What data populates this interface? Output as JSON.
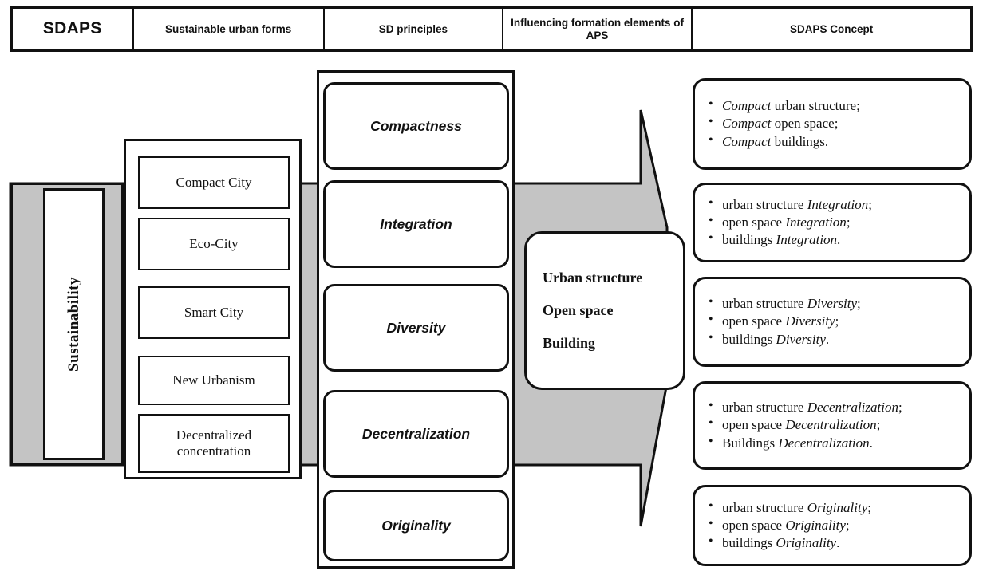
{
  "header": {
    "columns": [
      {
        "label": "SDAPS"
      },
      {
        "label": "Sustainable urban forms"
      },
      {
        "label": "SD principles"
      },
      {
        "label": "Influencing formation elements of APS"
      },
      {
        "label": "SDAPS Concept"
      }
    ]
  },
  "sustainability": {
    "label": "Sustainability"
  },
  "urban_forms": {
    "items": [
      {
        "label": "Compact City"
      },
      {
        "label": "Eco-City"
      },
      {
        "label": "Smart City"
      },
      {
        "label": "New Urbanism"
      },
      {
        "label": "Decentralized concentration"
      }
    ]
  },
  "sd_principles": {
    "items": [
      {
        "label": "Compactness"
      },
      {
        "label": "Integration"
      },
      {
        "label": "Diversity"
      },
      {
        "label": "Decentralization"
      },
      {
        "label": "Originality"
      }
    ]
  },
  "aps_elements": {
    "items": [
      "Urban structure",
      "Open space",
      "Building"
    ]
  },
  "sdaps_concept": {
    "boxes": [
      {
        "bullets": [
          {
            "pre": "",
            "em": "Compact",
            "post": " urban structure;"
          },
          {
            "pre": "",
            "em": "Compact",
            "post": " open space;"
          },
          {
            "pre": "",
            "em": "Compact",
            "post": " buildings."
          }
        ]
      },
      {
        "bullets": [
          {
            "pre": "urban structure ",
            "em": "Integration",
            "post": ";"
          },
          {
            "pre": "open space ",
            "em": "Integration",
            "post": ";"
          },
          {
            "pre": "buildings ",
            "em": "Integration",
            "post": "."
          }
        ]
      },
      {
        "bullets": [
          {
            "pre": "urban structure ",
            "em": "Diversity",
            "post": ";"
          },
          {
            "pre": "open space ",
            "em": "Diversity",
            "post": ";"
          },
          {
            "pre": "buildings ",
            "em": "Diversity",
            "post": "."
          }
        ]
      },
      {
        "bullets": [
          {
            "pre": "urban structure ",
            "em": "Decentralization",
            "post": ";"
          },
          {
            "pre": "open space ",
            "em": "Decentralization",
            "post": ";"
          },
          {
            "pre": "Buildings ",
            "em": "Decentralization",
            "post": "."
          }
        ]
      },
      {
        "bullets": [
          {
            "pre": "urban structure ",
            "em": "Originality",
            "post": ";"
          },
          {
            "pre": "open space ",
            "em": "Originality",
            "post": ";"
          },
          {
            "pre": "buildings ",
            "em": "Originality",
            "post": "."
          }
        ]
      }
    ]
  },
  "colors": {
    "arrow_fill": "#c4c4c4",
    "stroke": "#111111",
    "background": "#ffffff"
  },
  "layout": {
    "urban_form_tops": [
      196,
      273,
      359,
      446,
      519
    ],
    "urban_form_heights": [
      66,
      66,
      66,
      62,
      74
    ],
    "sd_tops": [
      103,
      226,
      356,
      489,
      614
    ],
    "sd_heights": [
      110,
      110,
      110,
      110,
      90
    ],
    "concept_tops": [
      98,
      229,
      347,
      478,
      608
    ],
    "concept_heights": [
      115,
      100,
      113,
      111,
      102
    ]
  }
}
